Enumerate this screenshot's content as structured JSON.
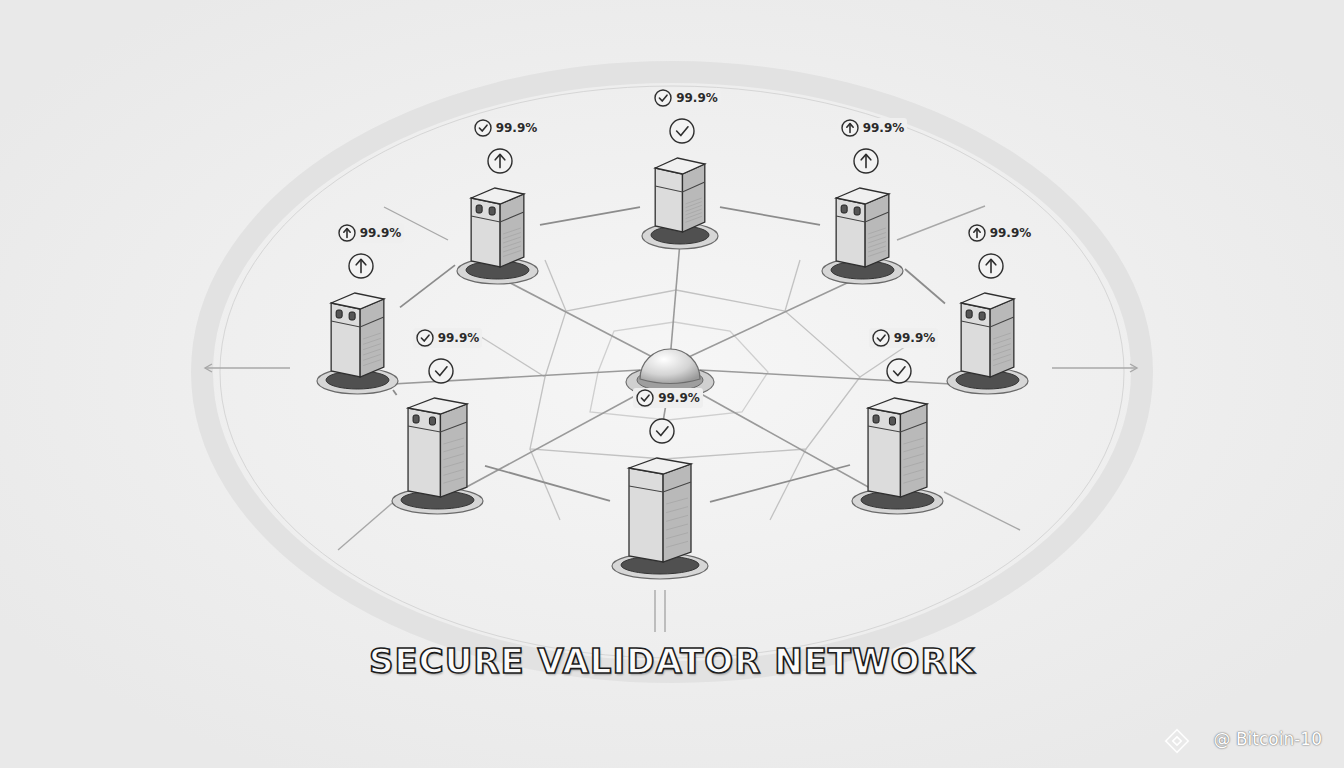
{
  "diagram": {
    "title": "SECURE VALIDATOR NETWORK",
    "nodes": [
      {
        "text": [
          "99.9%"
        ]
      },
      {
        "text": [
          "99.9%"
        ]
      },
      {
        "text": [
          "99.9%"
        ]
      },
      {
        "text": [
          "99.9%"
        ]
      },
      {
        "text": [
          "99.9%"
        ]
      },
      {
        "text": [
          "99.9%"
        ]
      },
      {
        "text": [
          "99.9%"
        ]
      },
      {
        "text": [
          "99.9%"
        ]
      }
    ],
    "edges": [
      {
        "from": 0,
        "to": 2,
        "arrow": "none"
      },
      {
        "from": 2,
        "to": 4,
        "arrow": "none"
      },
      {
        "from": 4,
        "to": 6,
        "arrow": "none"
      },
      {
        "from": 6,
        "to": 7,
        "arrow": "none"
      },
      {
        "from": 7,
        "to": 5,
        "arrow": "none"
      },
      {
        "from": 5,
        "to": 3,
        "arrow": "none"
      },
      {
        "from": 3,
        "to": 1,
        "arrow": "none"
      },
      {
        "from": 1,
        "to": 0,
        "arrow": "none"
      }
    ],
    "labels": [
      "@ Bitcoin-10"
    ]
  }
}
